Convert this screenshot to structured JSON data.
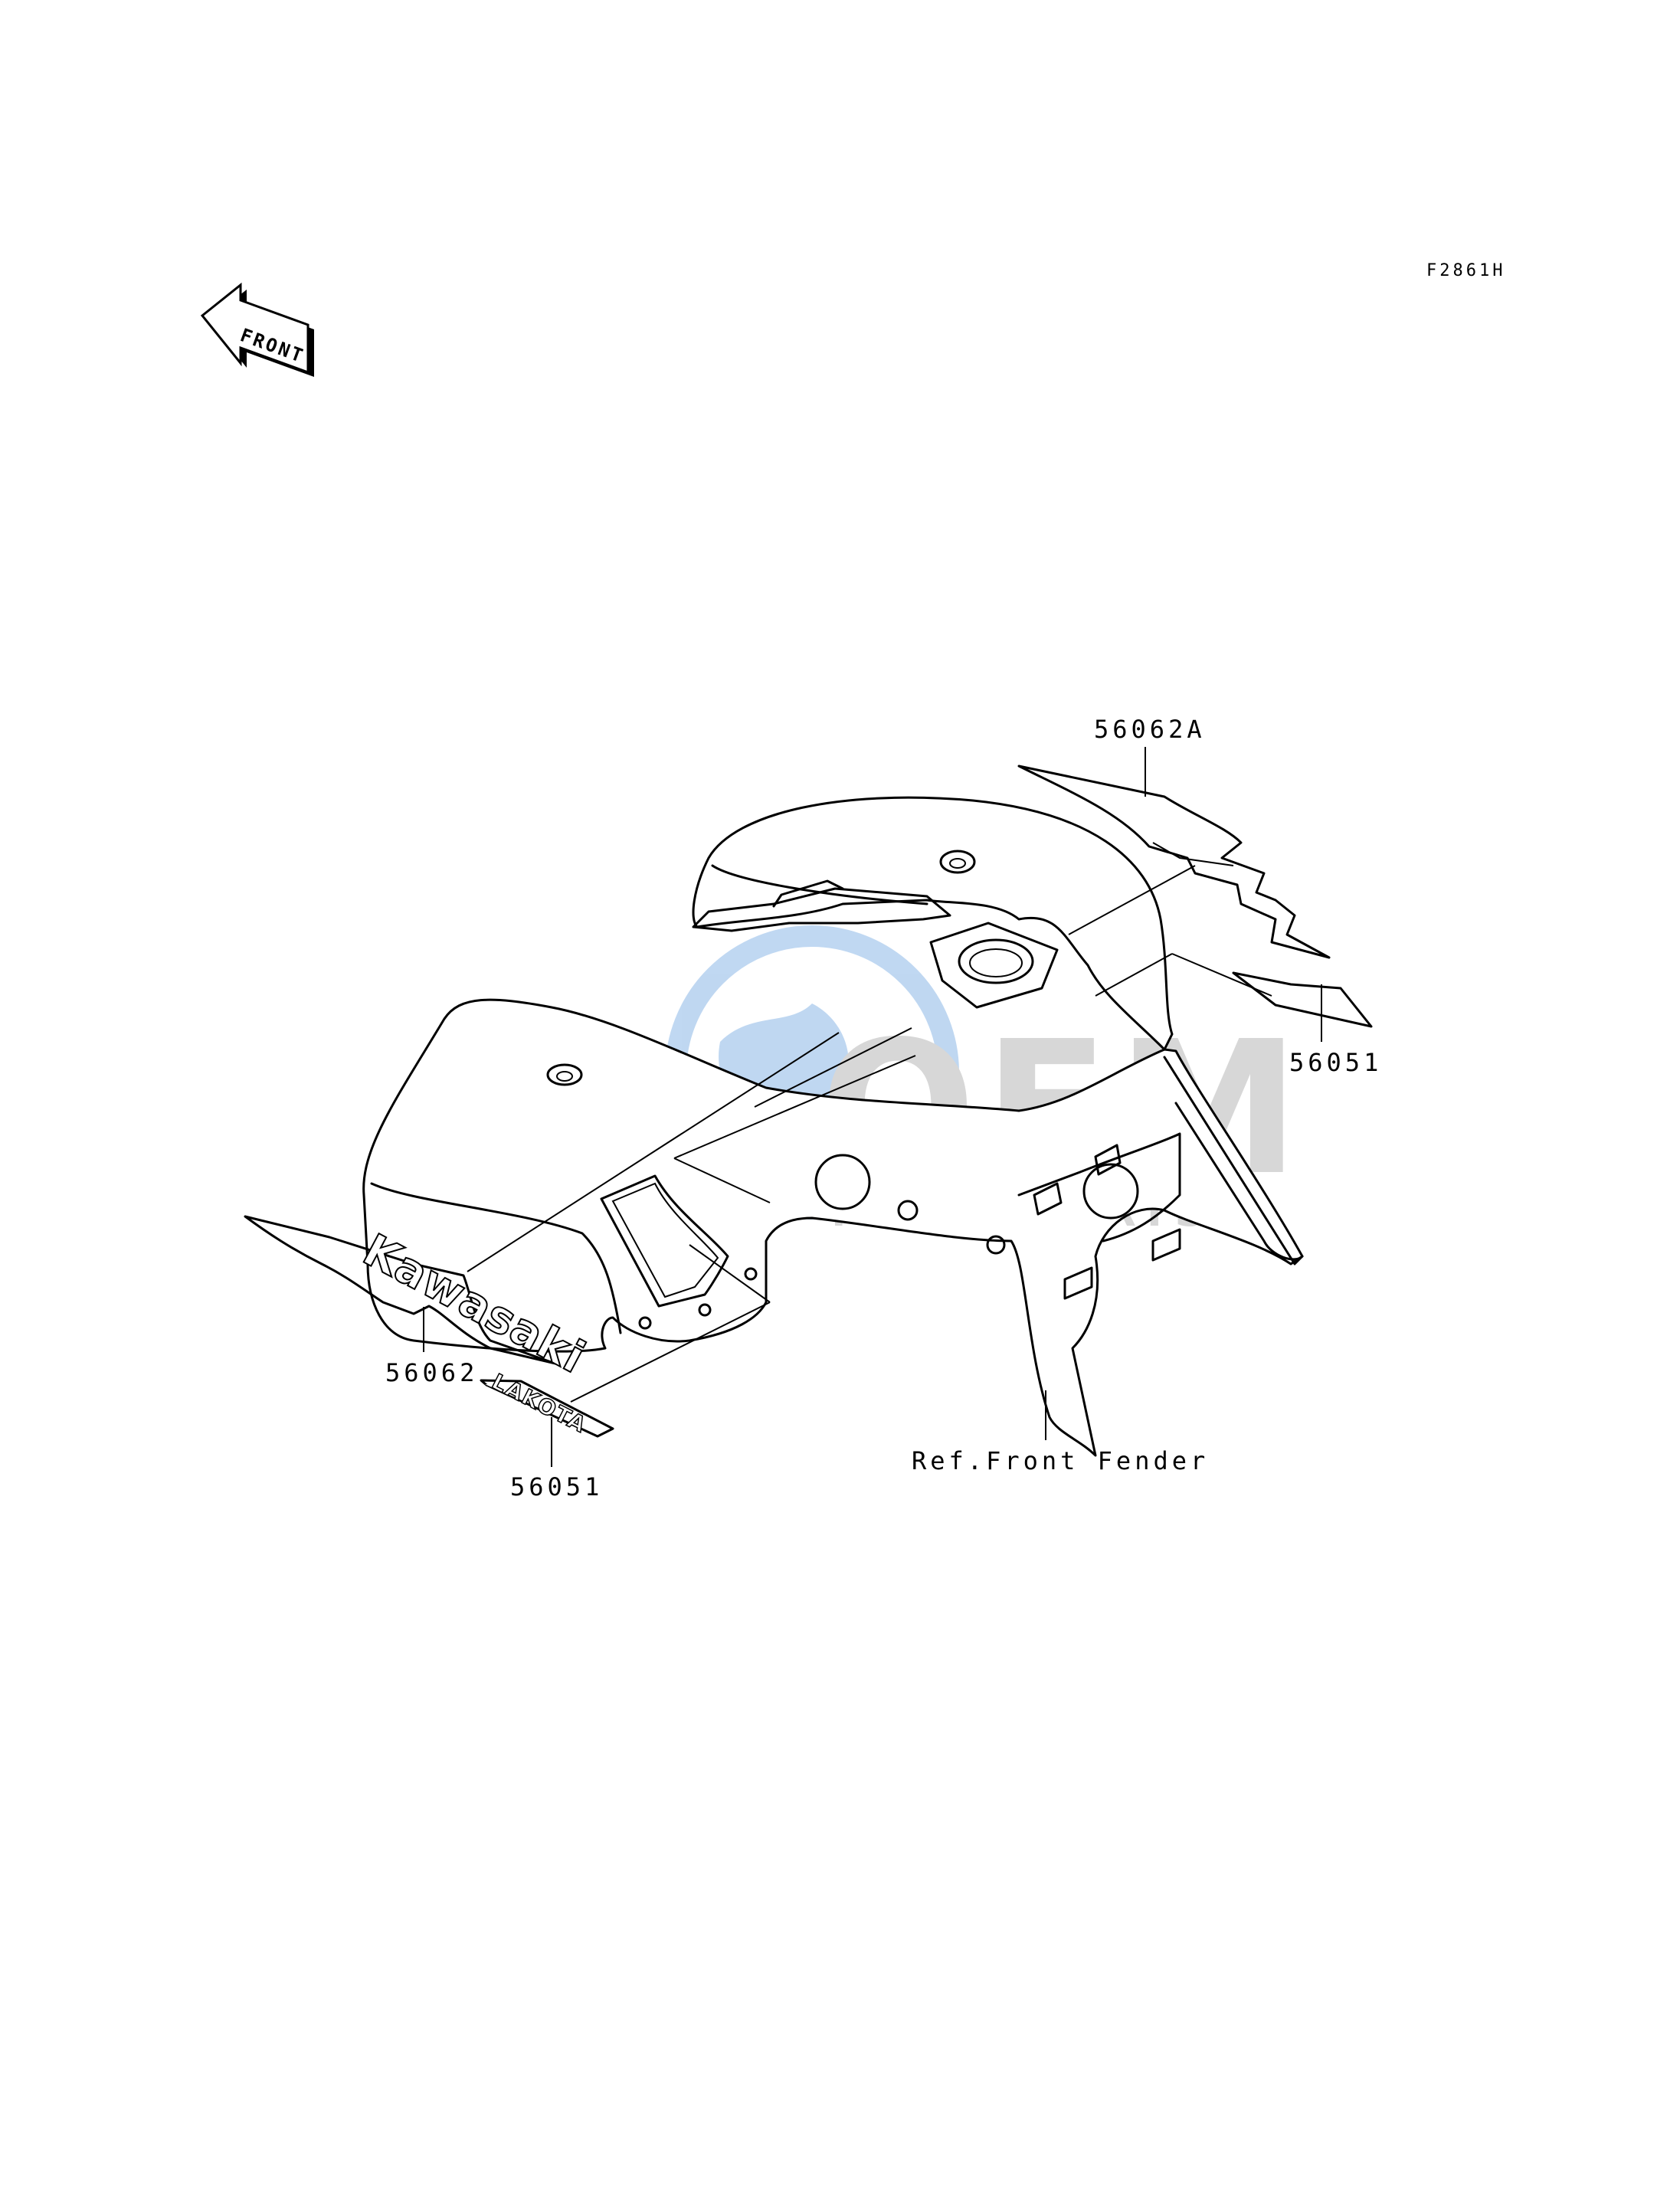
{
  "diagram": {
    "code": "F2861H",
    "front_arrow": "FRONT",
    "callouts": [
      {
        "id": "56062A",
        "label": "56062A"
      },
      {
        "id": "56051-right",
        "label": "56051"
      },
      {
        "id": "56062",
        "label": "56062"
      },
      {
        "id": "56051-left",
        "label": "56051"
      },
      {
        "id": "ref-front-fender",
        "label": "Ref.Front Fender"
      }
    ],
    "decal_texts": {
      "kawasaki": "Kawasaki",
      "lakota": "LAKOTA"
    }
  },
  "watermark": {
    "brand": "OEM",
    "sub": "MOTORPARTS"
  },
  "colors": {
    "line": "#000000",
    "background": "#ffffff",
    "watermark_blue": "#4a90d9",
    "watermark_gray": "#9a9a9a"
  }
}
